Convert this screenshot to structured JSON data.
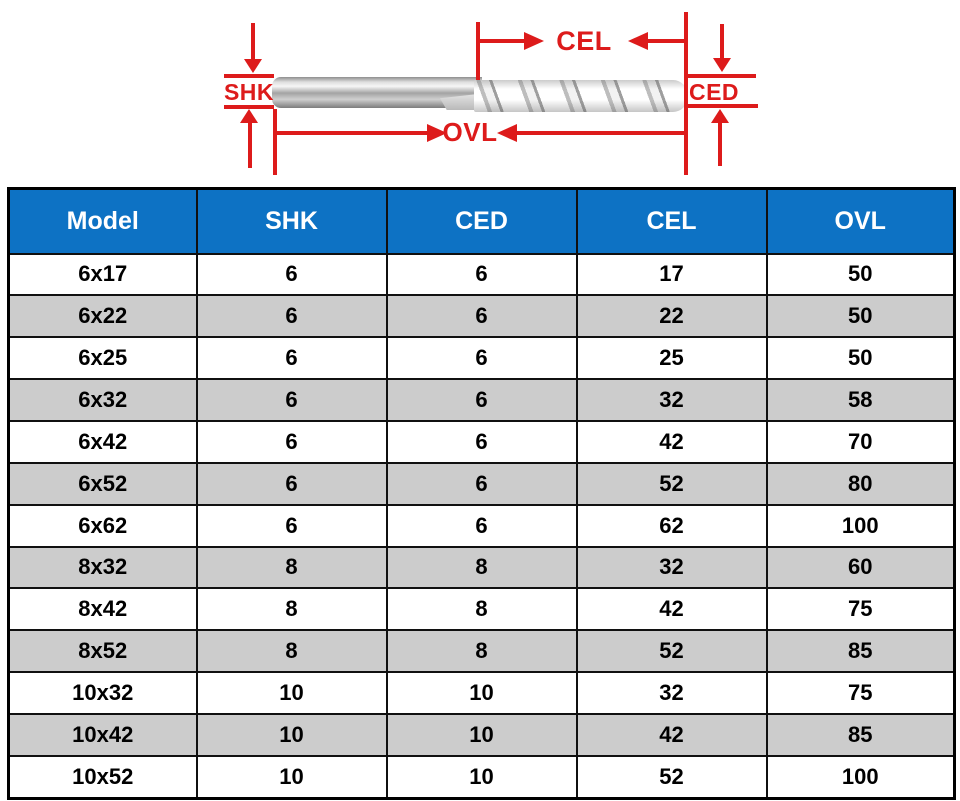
{
  "diagram": {
    "labels": {
      "shk": "SHK",
      "cel": "CEL",
      "ced": "CED",
      "ovl": "OVL"
    },
    "colors": {
      "dimension_red": "#dd1b1b"
    }
  },
  "table": {
    "colors": {
      "header_bg": "#0d72c4",
      "header_text": "#ffffff",
      "stripe": "#cccccc"
    },
    "columns": [
      "Model",
      "SHK",
      "CED",
      "CEL",
      "OVL"
    ],
    "rows": [
      [
        "6x17",
        "6",
        "6",
        "17",
        "50"
      ],
      [
        "6x22",
        "6",
        "6",
        "22",
        "50"
      ],
      [
        "6x25",
        "6",
        "6",
        "25",
        "50"
      ],
      [
        "6x32",
        "6",
        "6",
        "32",
        "58"
      ],
      [
        "6x42",
        "6",
        "6",
        "42",
        "70"
      ],
      [
        "6x52",
        "6",
        "6",
        "52",
        "80"
      ],
      [
        "6x62",
        "6",
        "6",
        "62",
        "100"
      ],
      [
        "8x32",
        "8",
        "8",
        "32",
        "60"
      ],
      [
        "8x42",
        "8",
        "8",
        "42",
        "75"
      ],
      [
        "8x52",
        "8",
        "8",
        "52",
        "85"
      ],
      [
        "10x32",
        "10",
        "10",
        "32",
        "75"
      ],
      [
        "10x42",
        "10",
        "10",
        "42",
        "85"
      ],
      [
        "10x52",
        "10",
        "10",
        "52",
        "100"
      ]
    ]
  }
}
